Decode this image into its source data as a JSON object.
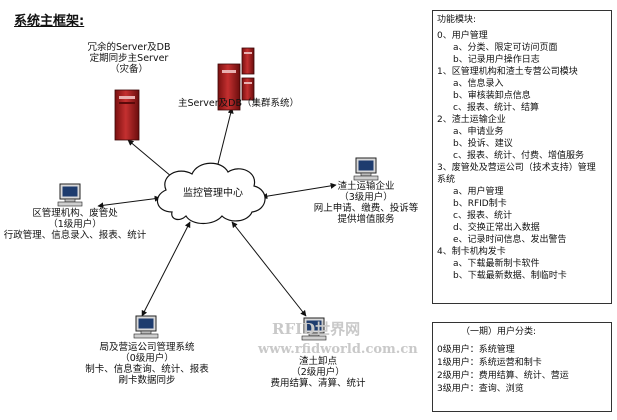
{
  "title": "系统主框架:",
  "cloud_label": "监控管理中心",
  "nodes": {
    "backup": [
      "冗余的Server及DB",
      "定期同步主Server",
      "（灾备）"
    ],
    "main_server": "主Server及DB（集群系统）",
    "district": [
      "区管理机构、废管处",
      "（1级用户）",
      "行政管理、信息录入、报表、统计"
    ],
    "transport": [
      "渣土运输企业",
      "（3级用户）",
      "网上申请、缴费、投诉等",
      "提供增值服务"
    ],
    "bureau": [
      "局及营运公司管理系统",
      "（0级用户）",
      "制卡、信息查询、统计、报表",
      "刷卡数据同步"
    ],
    "disposal": [
      "渣土卸点",
      "（2级用户）",
      "费用结算、清算、统计"
    ]
  },
  "modules": {
    "header": "功能模块:",
    "lines": [
      {
        "level": 1,
        "text": "0、用户管理"
      },
      {
        "level": 2,
        "text": "a、分类、限定可访问页面"
      },
      {
        "level": 2,
        "text": "b、记录用户操作日志"
      },
      {
        "level": 1,
        "text": "1、区管理机构和渣土专营公司模块"
      },
      {
        "level": 2,
        "text": "a、信息录入"
      },
      {
        "level": 2,
        "text": "b、审核装卸点信息"
      },
      {
        "level": 2,
        "text": "c、报表、统计、结算"
      },
      {
        "level": 1,
        "text": "2、渣土运输企业"
      },
      {
        "level": 2,
        "text": "a、申请业务"
      },
      {
        "level": 2,
        "text": "b、投诉、建议"
      },
      {
        "level": 2,
        "text": "c、报表、统计、付费、增值服务"
      },
      {
        "level": 1,
        "text": "3、废管处及营运公司（技术支持）管理"
      },
      {
        "level": 1,
        "text": "系统"
      },
      {
        "level": 2,
        "text": "a、用户管理"
      },
      {
        "level": 2,
        "text": "b、RFID制卡"
      },
      {
        "level": 2,
        "text": "c、报表、统计"
      },
      {
        "level": 2,
        "text": "d、交换正常出入数据"
      },
      {
        "level": 2,
        "text": "e、记录时间信息、发出警告"
      },
      {
        "level": 1,
        "text": "4、制卡机构发卡"
      },
      {
        "level": 2,
        "text": "a、下载最新制卡软件"
      },
      {
        "level": 2,
        "text": "b、下载最新数据、制临时卡"
      }
    ]
  },
  "user_types": {
    "header": "（一期）用户分类:",
    "items": [
      "0级用户：系统管理",
      "1级用户：系统运营和制卡",
      "2级用户：费用结算、统计、营运",
      "3级用户：查询、浏览"
    ]
  },
  "watermark": {
    "top": "RFID世界网",
    "bottom": "www.rfidworld.com.cn"
  }
}
